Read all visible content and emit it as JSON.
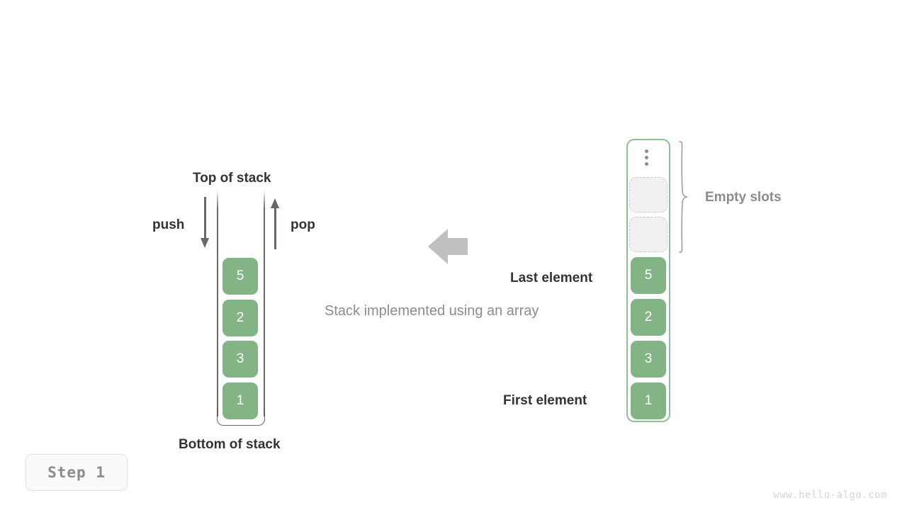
{
  "diagram": {
    "caption": "Stack implemented using an array",
    "step_badge": "Step 1",
    "watermark": "www.hello-algo.com",
    "colors": {
      "element_fill": "#82b485",
      "element_text": "#ffffff",
      "array_border": "#8cc194",
      "empty_slot_fill": "#f1f1f1",
      "empty_slot_border": "#cccccc",
      "label_dark": "#333333",
      "label_gray": "#8c8c8c",
      "arrow_gray": "#bfbfbf",
      "stack_wall": "#5a5a5a"
    }
  },
  "stack": {
    "top_label": "Top of stack",
    "bottom_label": "Bottom of stack",
    "push_label": "push",
    "pop_label": "pop",
    "push_icon": "arrow-down-icon",
    "pop_icon": "arrow-up-icon",
    "elements": [
      {
        "value": "5"
      },
      {
        "value": "2"
      },
      {
        "value": "3"
      },
      {
        "value": "1"
      }
    ]
  },
  "transform_arrow": {
    "icon": "arrow-left-icon",
    "direction": "left"
  },
  "array": {
    "overflow_icon": "vertical-ellipsis-icon",
    "empty_slots_label": "Empty slots",
    "empty_slots_count": 2,
    "last_element_label": "Last element",
    "first_element_label": "First element",
    "brace_icon": "curly-brace-icon",
    "elements": [
      {
        "value": "5"
      },
      {
        "value": "2"
      },
      {
        "value": "3"
      },
      {
        "value": "1"
      }
    ]
  }
}
